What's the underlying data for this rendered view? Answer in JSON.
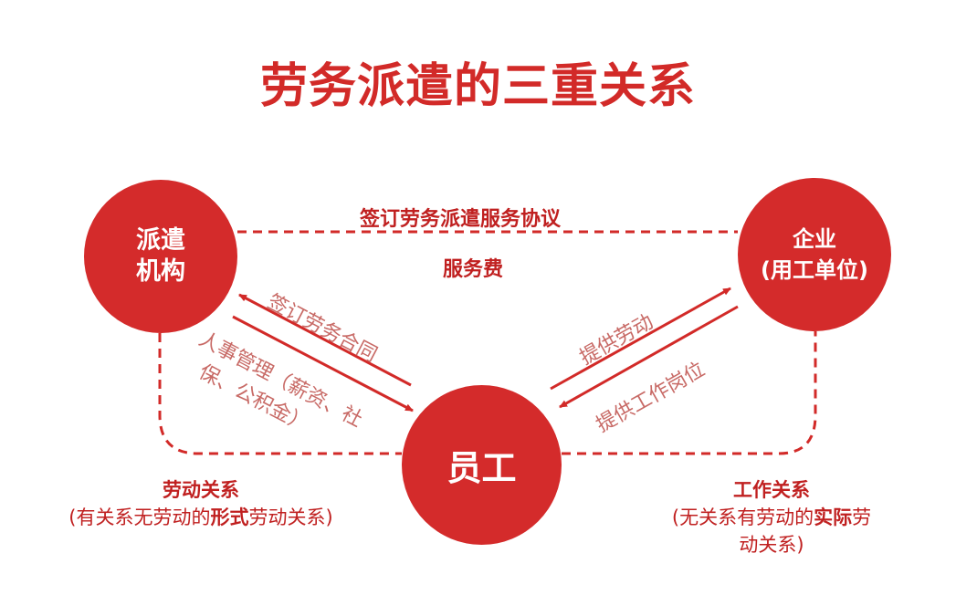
{
  "title": "劳务派遣的三重关系",
  "colors": {
    "red": "#d22a28",
    "red_text": "#c02020",
    "light_red": "#c86a66",
    "circle_fill": "#d42b2b"
  },
  "nodes": {
    "agency": {
      "line1": "派遣",
      "line2": "机构"
    },
    "enterprise": {
      "line1": "企业",
      "line2": "(用工单位)"
    },
    "employee": {
      "label": "员工"
    }
  },
  "top_links": {
    "agreement": "签订劳务派遣服务协议",
    "fee": "服务费"
  },
  "left_links": {
    "contract": "签订劳务合同",
    "hr_line1": "人事管理（薪资、社",
    "hr_line2": "保、公积金）"
  },
  "right_links": {
    "labor": "提供劳动",
    "post": "提供工作岗位"
  },
  "relations": {
    "left": {
      "heading": "劳动关系",
      "pre": "(有关系无劳动的",
      "emph": "形式",
      "post": "劳动关系)"
    },
    "right": {
      "heading": "工作关系",
      "pre": "(无关系有劳动的",
      "emph": "实际",
      "post_line1": "劳",
      "post_line2": "动关系)"
    }
  }
}
